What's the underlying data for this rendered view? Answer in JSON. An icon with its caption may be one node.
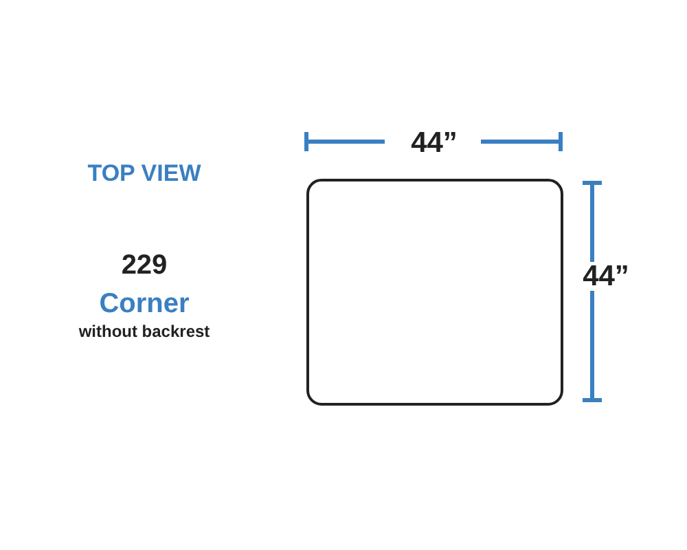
{
  "diagram": {
    "labels": [
      "44”",
      "TOP VIEW",
      "229",
      "Corner",
      "without backrest",
      "44”"
    ]
  }
}
